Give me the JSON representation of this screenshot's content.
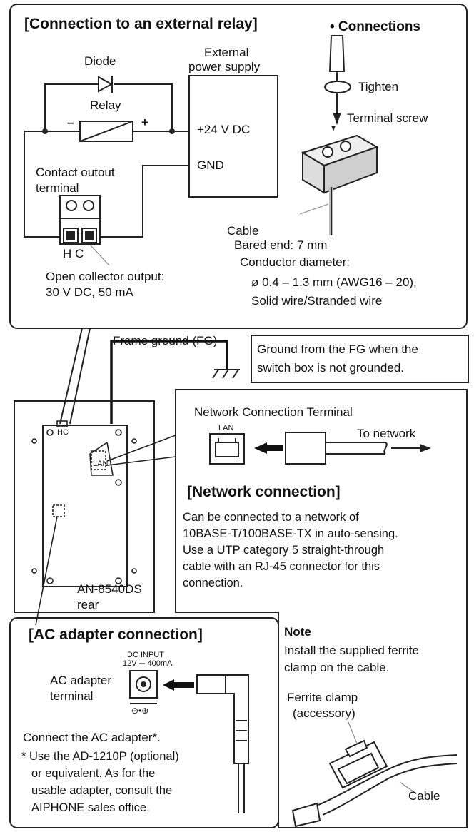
{
  "relay_section": {
    "title": "[Connection to an external relay]",
    "diode_label": "Diode",
    "relay_label": "Relay",
    "minus_sign": "–",
    "plus_sign": "+",
    "power_supply_label_1": "External",
    "power_supply_label_2": "power supply",
    "v24_label": "+24 V DC",
    "gnd_label": "GND",
    "contact_output_label_1": "Contact outout",
    "contact_output_label_2": "terminal",
    "hc_label": "H C",
    "open_collector_1": "Open collector output:",
    "open_collector_2": "30 V DC, 50 mA"
  },
  "connections": {
    "title": "• Connections",
    "tighten": "Tighten",
    "terminal_screw": "Terminal screw",
    "cable": "Cable",
    "bared_end": "Bared end: 7 mm",
    "conductor_diameter": "Conductor diameter:",
    "diameter_value": "ø 0.4 – 1.3 mm (AWG16 – 20),",
    "wire_type": "Solid wire/Stranded wire"
  },
  "ground": {
    "frame_ground": "Frame ground (FG)",
    "note_1": "Ground from the FG when the",
    "note_2": "switch box is not grounded."
  },
  "device": {
    "hc_small": "HC",
    "lan_small": "LAN",
    "model_1": "AN-8540DS",
    "model_2": "rear"
  },
  "network": {
    "terminal_label": "Network Connection Terminal",
    "lan_label": "LAN",
    "to_network": "To network",
    "title": "[Network connection]",
    "body": [
      "Can be connected to a network of",
      "10BASE-T/100BASE-TX in auto-sensing.",
      "Use a UTP category 5 straight-through",
      "cable  with an RJ-45 connector for this",
      "connection."
    ]
  },
  "note": {
    "title": "Note",
    "line_1": "Install the supplied ferrite",
    "line_2": "clamp on the cable.",
    "ferrite_1": "Ferrite clamp",
    "ferrite_2": "(accessory)",
    "cable": "Cable"
  },
  "ac_adapter": {
    "title": "[AC adapter connection]",
    "dc_input_1": "DC INPUT",
    "dc_input_2": "12V ⎓ 400mA",
    "terminal_1": "AC adapter",
    "terminal_2": "terminal",
    "polarity": "⊖•⊕",
    "connect": "Connect the AC adapter*.",
    "footnote": [
      "* Use the AD-1210P (optional)",
      "or equivalent. As for the",
      "usable adapter, consult the",
      "AIPHONE sales office."
    ]
  }
}
